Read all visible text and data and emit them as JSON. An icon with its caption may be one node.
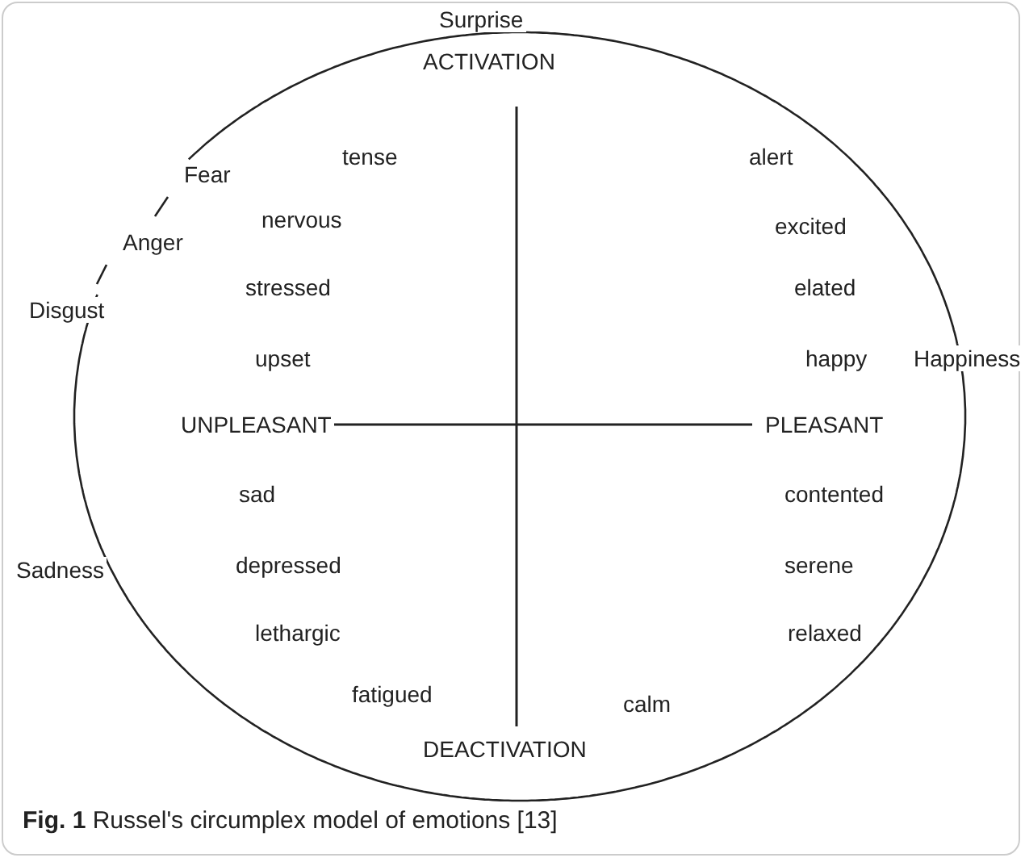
{
  "diagram": {
    "caption": "**Fig. 1** Russel's circumplex model of emotions [13]",
    "labels": [
      "Surprise",
      "ACTIVATION",
      "tense",
      "alert",
      "Fear",
      "nervous",
      "excited",
      "Anger",
      "stressed",
      "elated",
      "Disgust",
      "upset",
      "happy",
      "Happiness",
      "UNPLEASANT",
      "PLEASANT",
      "sad",
      "contented",
      "Sadness",
      "depressed",
      "serene",
      "lethargic",
      "relaxed",
      "fatigued",
      "calm",
      "DEACTIVATION"
    ]
  }
}
